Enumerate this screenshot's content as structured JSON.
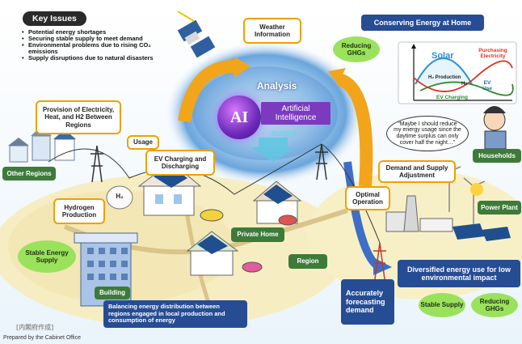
{
  "key_issues": {
    "title": "Key Issues",
    "items": [
      "Potential energy shortages",
      "Securing stable supply to meet demand",
      "Environmental problems due to rising CO₂ emissions",
      "Supply disruptions due to natural disasters"
    ]
  },
  "center": {
    "weather": "Weather Information",
    "analysis": "Analysis",
    "ai_logo": "AI",
    "ai_label": "Artificial Intelligence",
    "output": "output"
  },
  "left": {
    "provision": "Provision of Electricity, Heat, and H2 Between Regions",
    "other_regions": "Other Regions",
    "usage": "Usage",
    "ev_charging": "EV Charging and Discharging",
    "hydrogen_production": "Hydrogen Production",
    "h2_tank": "H₂",
    "stable_supply": "Stable Energy Supply",
    "building": "Building",
    "private_home": "Private Home",
    "region": "Region",
    "balancing": "Balancing energy distribution between regions engaged in local production and consumption of energy"
  },
  "right": {
    "conserving": "Conserving Energy at Home",
    "reducing_ghgs_top": "Reducing GHGs",
    "graph": {
      "solar": "Solar",
      "purchasing": "Purchasing Electricity",
      "h2_production": "H₂ Production",
      "h2": "H₂",
      "ev_use": "EV Use",
      "ev_charging": "EV Charging"
    },
    "quote": "“Maybe I should reduce my energy usage since the daytime surplus can only cover half the night…”",
    "households": "Households",
    "demand_supply": "Demand and Supply Adjustment",
    "optimal_operation": "Optimal Operation",
    "power_plant": "Power Plant",
    "diversified": "Diversified energy use for low environmental impact",
    "forecasting": "Accurately forecasting demand",
    "stable_supply": "Stable Supply",
    "reducing_ghgs_bottom": "Reducing GHGs"
  },
  "footer": {
    "source_jp": "[内閣府作成]",
    "source_en": "Prepared by the Cabinet Office"
  },
  "colors": {
    "accent_orange": "#f0a000",
    "label_green": "#3e7a3a",
    "label_navy": "#264c94",
    "ai_purple": "#7c3bbf",
    "leaf_green": "#9be25c"
  }
}
